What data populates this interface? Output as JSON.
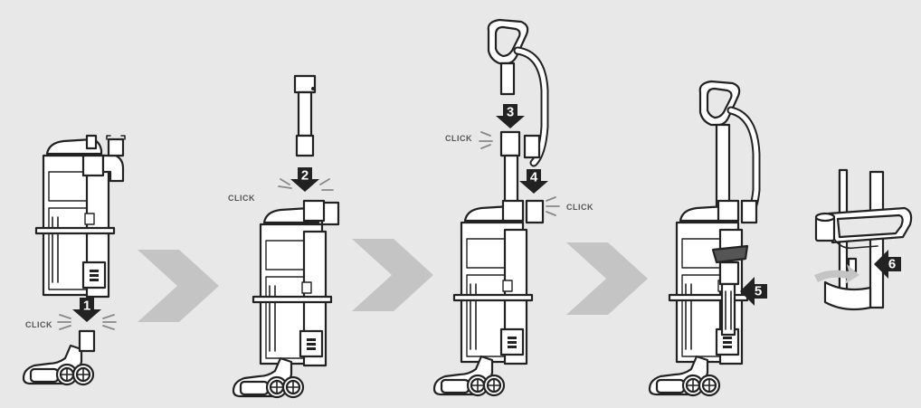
{
  "diagram": {
    "click_label": "CLICK",
    "steps": [
      {
        "number": "1"
      },
      {
        "number": "2"
      },
      {
        "number": "3"
      },
      {
        "number": "4"
      },
      {
        "number": "5"
      },
      {
        "number": "6"
      }
    ]
  },
  "colors": {
    "background": "#e8e8e8",
    "outline": "#222222",
    "fill": "#ffffff",
    "connector_arrow": "#c4c4c4",
    "click_text": "#555555"
  }
}
